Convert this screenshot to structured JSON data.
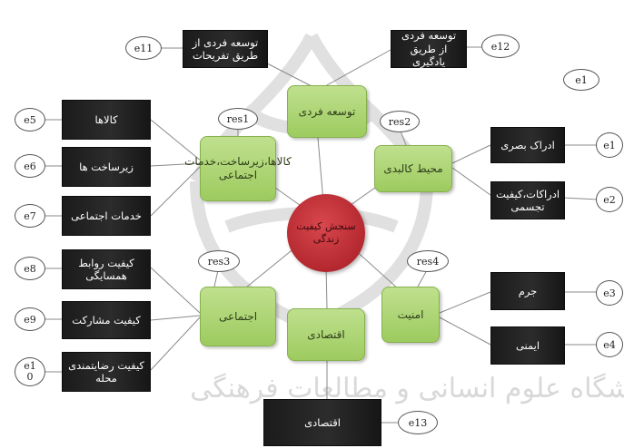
{
  "center": {
    "label": "سنجش کیفیت زندگی"
  },
  "dimensions": {
    "personal_development": "توسعه فردی",
    "physical_environment": "محیط کالبدی",
    "goods_infrastructure": "کالاها،زیرساخت،خدمات اجتماعی",
    "social": "اجتماعی",
    "economic": "اقتصادی",
    "security": "امنیت"
  },
  "residuals": {
    "res1": "res1",
    "res2": "res2",
    "res3": "res3",
    "res4": "res4"
  },
  "indicators": {
    "dev_recreation": "توسعه فردی از طریق تفریحات",
    "dev_learning": "توسعه فردی از طریق یادگیری",
    "visual_perception": "ادراک بصری",
    "perceptions_embodiment": "ادراکات،کیفیت تجسمی",
    "goods": "کالاها",
    "infrastructure": "زیرساخت ها",
    "social_services": "خدمات اجتماعی",
    "neighbor_relations": "کیفیت روابط همسایگی",
    "participation": "کیفیت مشارکت",
    "neighborhood_satisfaction": "کیفیت رضایتمندی محله",
    "crime": "جرم",
    "safety": "ایمنی",
    "economic": "اقتصادی"
  },
  "errors": {
    "e11": "e11",
    "e12": "e12",
    "e1_top": "e1",
    "e1": "e1",
    "e2": "e2",
    "e3": "e3",
    "e4": "e4",
    "e5": "e5",
    "e6": "e6",
    "e7": "e7",
    "e8": "e8",
    "e9": "e9",
    "e10_line1": "e1",
    "e10_line2": "0",
    "e13": "e13"
  },
  "watermark_text": "پژوهشگاه علوم انسانی و مطالعات فرهنگی",
  "colors": {
    "indicator_box": "#222222",
    "dimension_box": "#a8d06c",
    "center_circle": "#c0313a",
    "watermark": "#c8c8c8"
  }
}
